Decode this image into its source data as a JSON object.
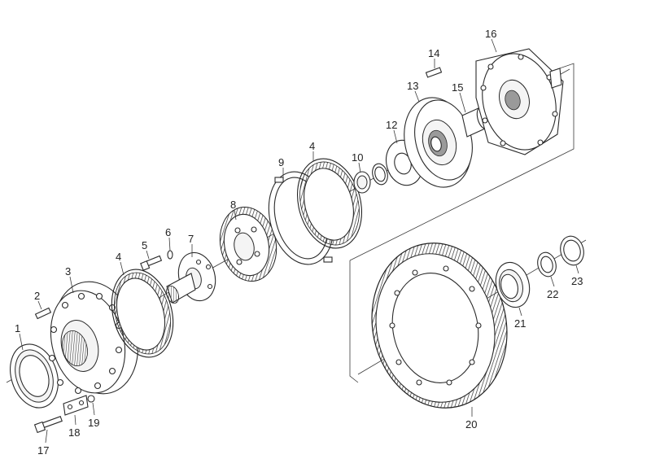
{
  "labels": {
    "p1": "1",
    "p2": "2",
    "p3": "3",
    "p4a": "4",
    "p4b": "4",
    "p5": "5",
    "p6": "6",
    "p7": "7",
    "p8": "8",
    "p9": "9",
    "p10": "10",
    "p12": "12",
    "p13": "13",
    "p14": "14",
    "p15": "15",
    "p16": "16",
    "p17": "17",
    "p18": "18",
    "p19": "19",
    "p20": "20",
    "p21": "21",
    "p22": "22",
    "p23": "23"
  }
}
